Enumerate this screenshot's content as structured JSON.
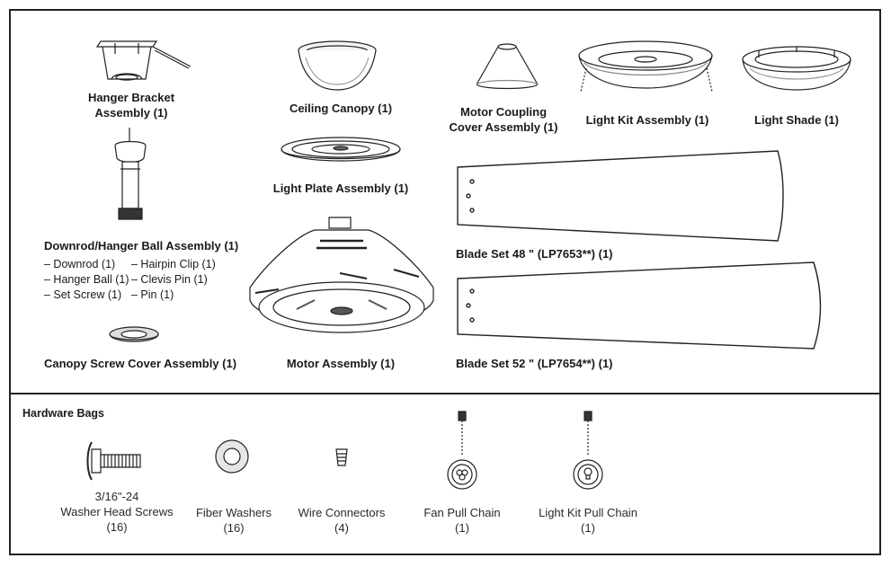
{
  "parts": {
    "hanger_bracket": {
      "line1": "Hanger Bracket",
      "line2": "Assembly (1)"
    },
    "ceiling_canopy": {
      "label": "Ceiling Canopy (1)"
    },
    "motor_coupling": {
      "line1": "Motor Coupling",
      "line2": "Cover Assembly (1)"
    },
    "light_kit": {
      "label": "Light Kit Assembly (1)"
    },
    "light_shade": {
      "label": "Light Shade (1)"
    },
    "light_plate": {
      "label": "Light Plate Assembly (1)"
    },
    "downrod": {
      "label": "Downrod/Hanger Ball Assembly (1)",
      "items_left": [
        "– Downrod (1)",
        "– Hanger Ball (1)",
        "– Set Screw (1)"
      ],
      "items_right": [
        "– Hairpin Clip (1)",
        "– Clevis Pin (1)",
        "– Pin (1)"
      ]
    },
    "blade_48": {
      "label": "Blade Set 48 \" (LP7653**) (1)"
    },
    "blade_52": {
      "label": "Blade Set 52 \" (LP7654**) (1)"
    },
    "canopy_screw_cover": {
      "label": "Canopy Screw Cover Assembly (1)"
    },
    "motor": {
      "label": "Motor Assembly (1)"
    }
  },
  "hardware": {
    "title": "Hardware Bags",
    "items": [
      {
        "line1": "3/16\"-24",
        "line2": "Washer Head Screws",
        "qty": "(16)"
      },
      {
        "line1": "Fiber Washers",
        "qty": "(16)"
      },
      {
        "line1": "Wire Connectors",
        "qty": "(4)"
      },
      {
        "line1": "Fan Pull Chain",
        "qty": "(1)"
      },
      {
        "line1": "Light Kit Pull Chain",
        "qty": "(1)"
      }
    ]
  }
}
